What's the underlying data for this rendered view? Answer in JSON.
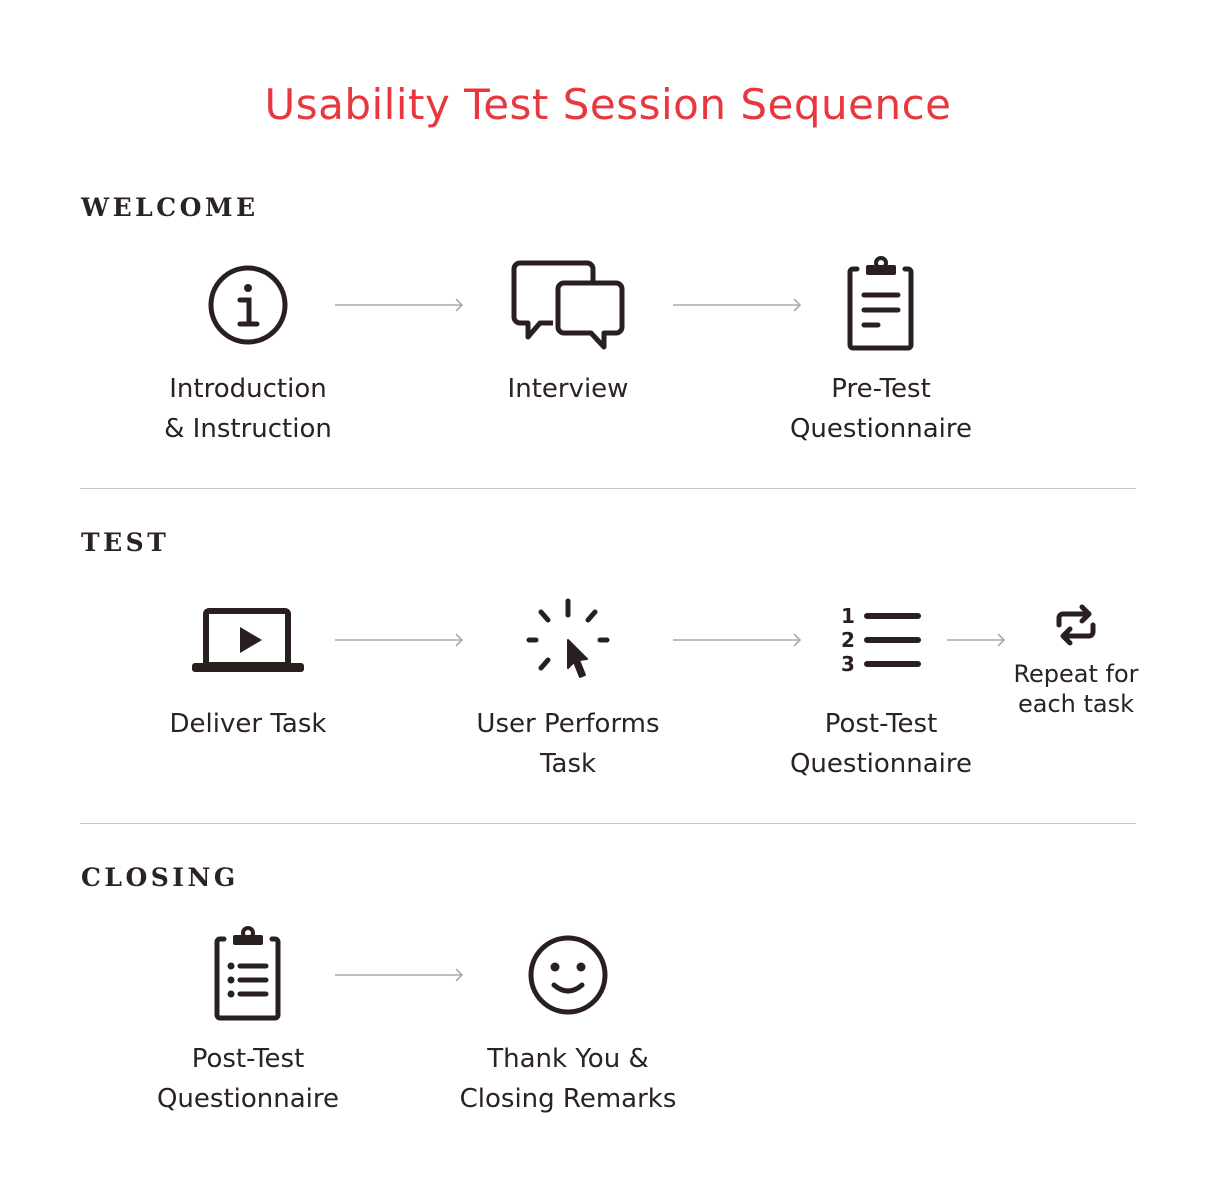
{
  "title": "Usability Test Session Sequence",
  "colors": {
    "title": "#e8373f",
    "icon": "#2a1f1f",
    "arrow": "#aaaaaa",
    "divider": "#c8c8c8"
  },
  "sections": [
    {
      "name": "WELCOME",
      "steps": [
        {
          "icon": "info-icon",
          "lines": [
            "Introduction",
            "& Instruction"
          ]
        },
        {
          "icon": "chat-bubbles-icon",
          "lines": [
            "Interview"
          ]
        },
        {
          "icon": "clipboard-icon",
          "lines": [
            "Pre-Test",
            "Questionnaire"
          ]
        }
      ]
    },
    {
      "name": "TEST",
      "steps": [
        {
          "icon": "laptop-play-icon",
          "lines": [
            "Deliver Task"
          ]
        },
        {
          "icon": "cursor-click-icon",
          "lines": [
            "User Performs",
            "Task"
          ]
        },
        {
          "icon": "numbered-list-icon",
          "lines": [
            "Post-Test",
            "Questionnaire"
          ]
        }
      ],
      "repeat": {
        "icon": "repeat-icon",
        "lines": [
          "Repeat for",
          "each task"
        ]
      }
    },
    {
      "name": "CLOSING",
      "steps": [
        {
          "icon": "clipboard-list-icon",
          "lines": [
            "Post-Test",
            "Questionnaire"
          ]
        },
        {
          "icon": "smiley-icon",
          "lines": [
            "Thank You &",
            "Closing Remarks"
          ]
        }
      ]
    }
  ]
}
